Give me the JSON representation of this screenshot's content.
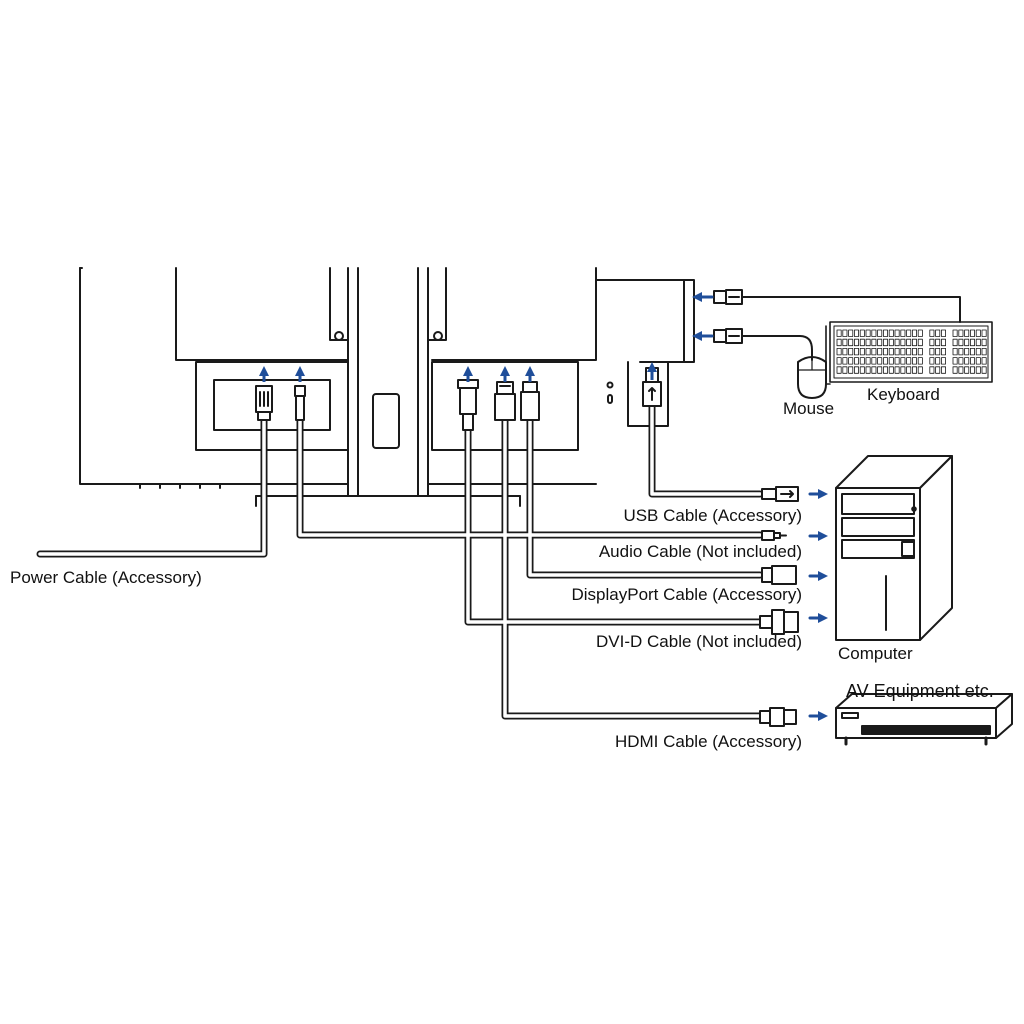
{
  "colors": {
    "line": "#1a1a1a",
    "arrow": "#1f4e9a",
    "cable_fill": "#ffffff",
    "body_fill": "#ffffff"
  },
  "icons": [
    "power-plug-icon",
    "audio-jack-icon",
    "dvi-connector-icon",
    "hdmi-connector-icon",
    "displayport-connector-icon",
    "usb-connector-icon",
    "keyboard-icon",
    "mouse-icon",
    "computer-tower-icon",
    "av-equipment-icon",
    "connection-arrow-icon"
  ],
  "labels": {
    "usb": "USB Cable (Accessory)",
    "audio": "Audio Cable (Not included)",
    "displayport": "DisplayPort Cable (Accessory)",
    "dvi": "DVI-D Cable (Not included)",
    "hdmi": "HDMI Cable (Accessory)",
    "power": "Power Cable (Accessory)",
    "mouse": "Mouse",
    "keyboard": "Keyboard",
    "computer": "Computer",
    "av": "AV Equipment etc."
  }
}
